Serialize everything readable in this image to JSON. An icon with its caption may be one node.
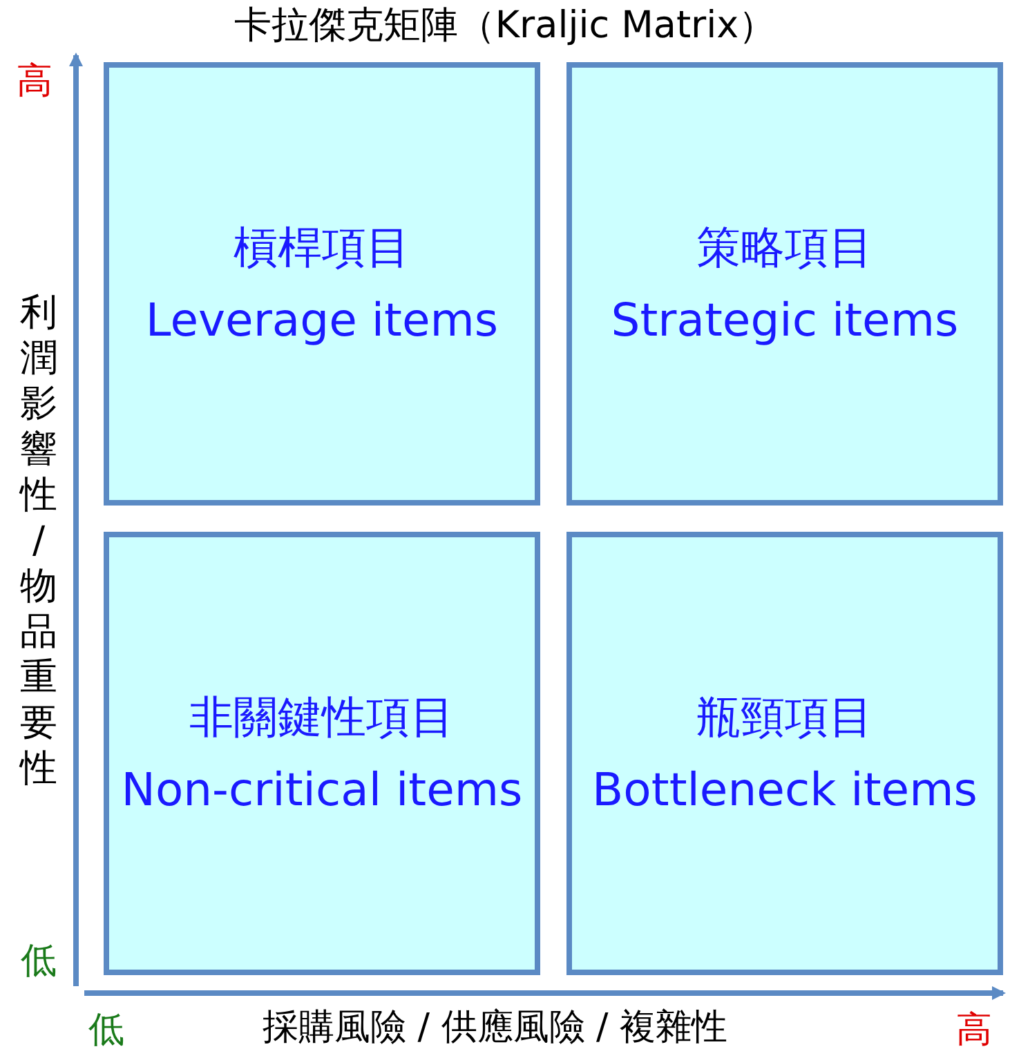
{
  "diagram": {
    "title": "卡拉傑克矩陣（Kraljic Matrix）",
    "nodes": [
      {
        "text": [
          "槓桿項目",
          "Leverage items"
        ]
      },
      {
        "text": [
          "策略項目",
          "Strategic items"
        ]
      },
      {
        "text": [
          "非關鍵性項目",
          "Non-critical items"
        ]
      },
      {
        "text": [
          "瓶頸項目",
          "Bottleneck items"
        ]
      }
    ],
    "edges": [],
    "labels": [
      "高",
      "利潤影響性/物品重要性",
      "低",
      "低",
      "採購風險 / 供應風險 / 複雜性",
      "高"
    ]
  }
}
